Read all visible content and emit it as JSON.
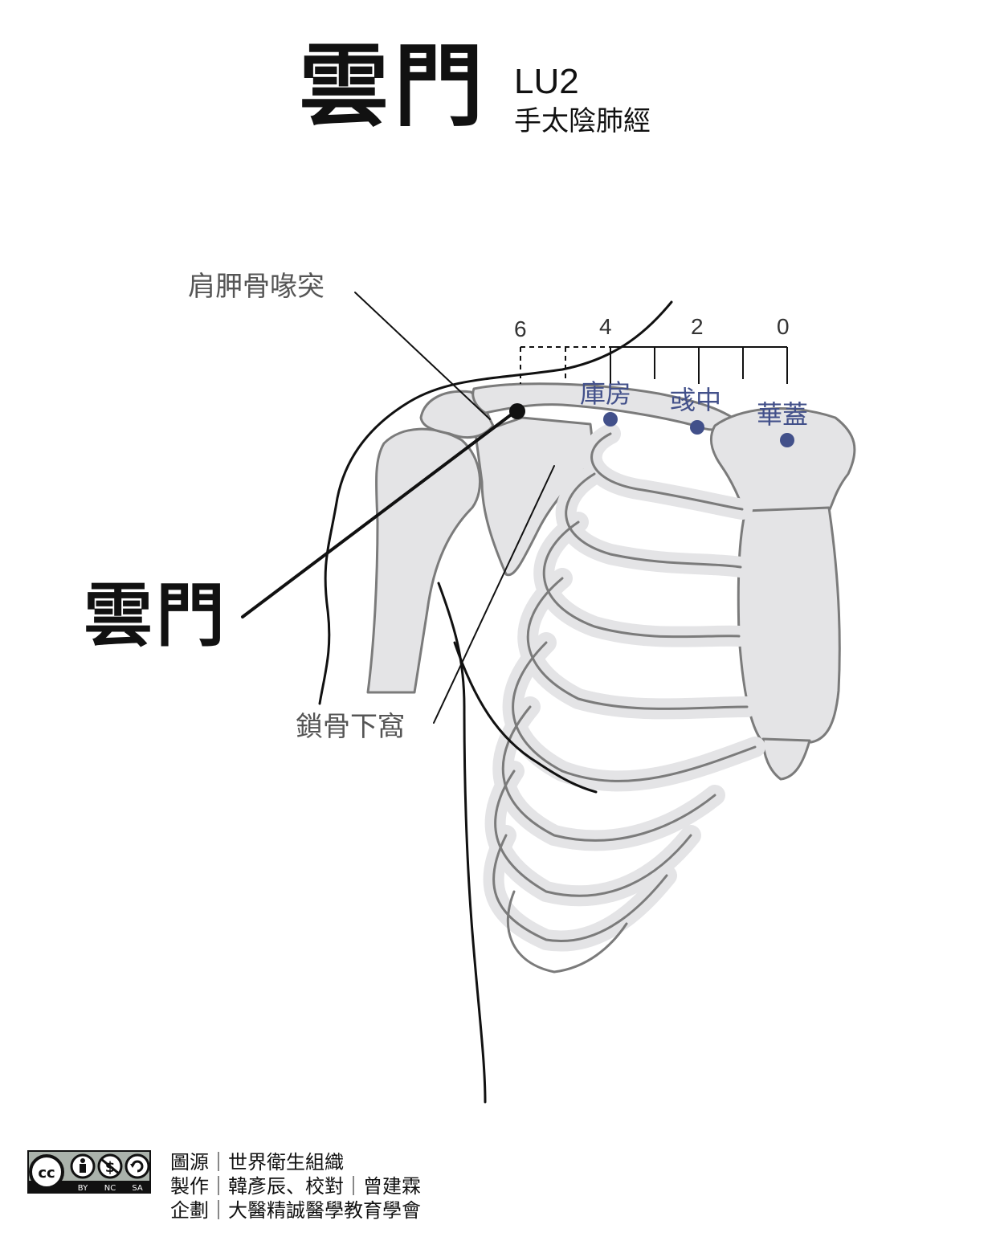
{
  "title": {
    "name": "雲門",
    "code": "LU2",
    "meridian": "手太陰肺經"
  },
  "callout": {
    "point_label": "雲門"
  },
  "landmarks": {
    "coracoid": "肩胛骨喙突",
    "fossa": "鎖骨下窩"
  },
  "scale": {
    "ticks": [
      "6",
      "4",
      "2",
      "0"
    ]
  },
  "nearby_points": [
    "庫房",
    "彧中",
    "華蓋"
  ],
  "colors": {
    "bone_fill": "#e4e4e6",
    "bone_stroke": "#7b7b7b",
    "point_marker": "#42508a",
    "target_point": "#111111"
  },
  "license": {
    "icons": [
      "cc-icon",
      "by-icon",
      "nc-icon",
      "sa-icon"
    ],
    "labels": [
      "BY",
      "NC",
      "SA"
    ]
  },
  "credits": [
    "圖源｜世界衛生組織",
    "製作｜韓彥辰、校對｜曾建霖",
    "企劃｜大醫精誠醫學教育學會"
  ]
}
